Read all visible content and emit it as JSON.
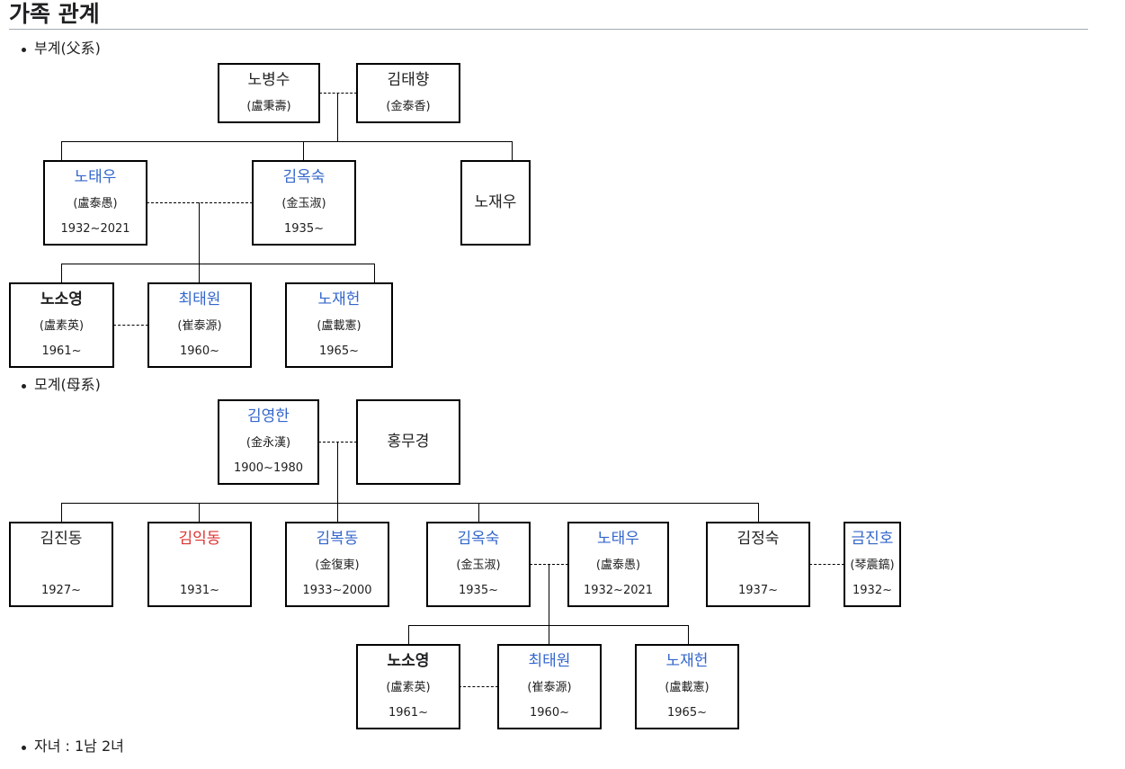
{
  "heading": "가족 관계",
  "paternal_label": "부계(父系)",
  "maternal_label": "모계(母系)",
  "children_label": "자녀 : 1남 2녀",
  "paternal": {
    "p1": {
      "name": "노병수",
      "hanja": "(盧秉壽)",
      "years": ""
    },
    "p2": {
      "name": "김태향",
      "hanja": "(金泰香)",
      "years": ""
    },
    "p3": {
      "name": "노태우",
      "hanja": "(盧泰愚)",
      "years": "1932~2021"
    },
    "p4": {
      "name": "김옥숙",
      "hanja": "(金玉淑)",
      "years": "1935~"
    },
    "p5": {
      "name": "노재우",
      "hanja": "",
      "years": ""
    },
    "p6": {
      "name": "노소영",
      "hanja": "(盧素英)",
      "years": "1961~"
    },
    "p7": {
      "name": "최태원",
      "hanja": "(崔泰源)",
      "years": "1960~"
    },
    "p8": {
      "name": "노재헌",
      "hanja": "(盧載憲)",
      "years": "1965~"
    }
  },
  "maternal": {
    "m1": {
      "name": "김영한",
      "hanja": "(金永漢)",
      "years": "1900~1980"
    },
    "m2": {
      "name": "홍무경",
      "hanja": "",
      "years": ""
    },
    "m3": {
      "name": "김진동",
      "hanja": "",
      "years": "1927~"
    },
    "m4": {
      "name": "김익동",
      "hanja": "",
      "years": "1931~"
    },
    "m5": {
      "name": "김복동",
      "hanja": "(金復東)",
      "years": "1933~2000"
    },
    "m6": {
      "name": "김옥숙",
      "hanja": "(金玉淑)",
      "years": "1935~"
    },
    "m7": {
      "name": "노태우",
      "hanja": "(盧泰愚)",
      "years": "1932~2021"
    },
    "m8": {
      "name": "김정숙",
      "hanja": "",
      "years": "1937~"
    },
    "m9": {
      "name": "금진호",
      "hanja": "(琴震鎬)",
      "years": "1932~"
    },
    "m10": {
      "name": "노소영",
      "hanja": "(盧素英)",
      "years": "1961~"
    },
    "m11": {
      "name": "최태원",
      "hanja": "(崔泰源)",
      "years": "1960~"
    },
    "m12": {
      "name": "노재헌",
      "hanja": "(盧載憲)",
      "years": "1965~"
    }
  },
  "colors": {
    "link": "#3366cc",
    "redlink": "#dd3333",
    "text": "#202122"
  }
}
